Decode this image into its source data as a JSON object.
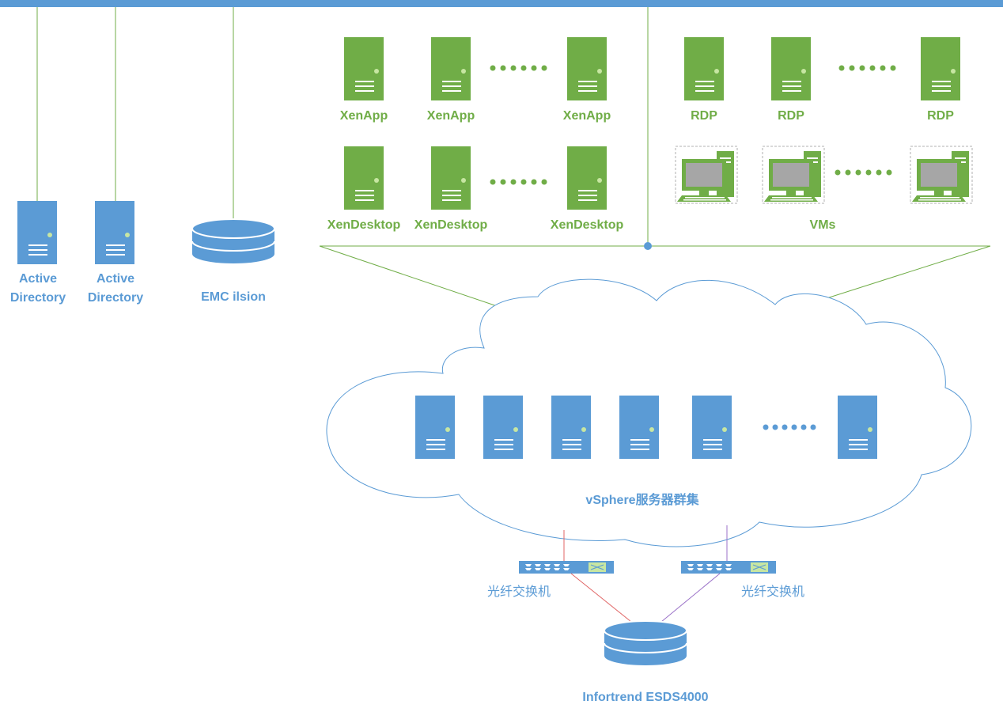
{
  "colors": {
    "blue": "#5b9bd5",
    "green": "#70ad47",
    "label_blue": "#5b9bd5",
    "label_green": "#70ad47",
    "red_link": "#e06666",
    "purple_link": "#9b72c8"
  },
  "top_left": {
    "ad1": "Active Directory",
    "ad2": "Active Directory",
    "storage": "EMC ilsion"
  },
  "xenapp": [
    "XenApp",
    "XenApp",
    "XenApp"
  ],
  "xendesktop": [
    "XenDesktop",
    "XenDesktop",
    "XenDesktop"
  ],
  "rdp": [
    "RDP",
    "RDP",
    "RDP"
  ],
  "vms_label": "VMs",
  "cluster_label": "vSphere服务器群集",
  "switch1_label": "光纤交换机",
  "switch2_label": "光纤交换机",
  "san_label": "Infortrend ESDS4000",
  "icons": {
    "server": "server-icon",
    "database": "database-icon",
    "pc": "desktop-pc-icon",
    "switch": "switch-icon",
    "ellipsis": "ellipsis-icon"
  }
}
